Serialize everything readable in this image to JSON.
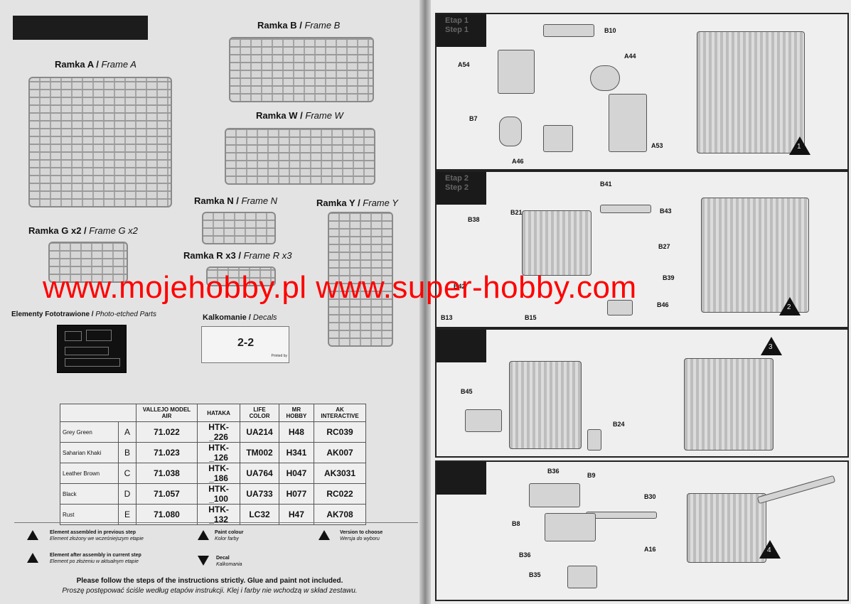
{
  "frames": {
    "a": {
      "label": "Ramka A",
      "alt": "Frame A"
    },
    "b": {
      "label": "Ramka B",
      "alt": "Frame B"
    },
    "w": {
      "label": "Ramka W",
      "alt": "Frame W"
    },
    "n": {
      "label": "Ramka N",
      "alt": "Frame N"
    },
    "y": {
      "label": "Ramka Y",
      "alt": "Frame Y"
    },
    "g": {
      "label": "Ramka G x2",
      "alt": "Frame G x2"
    },
    "r": {
      "label": "Ramka R x3",
      "alt": "Frame R x3"
    },
    "pe": {
      "label": "Elementy Fototrawione",
      "alt": "Photo-etched Parts"
    },
    "decals": {
      "label": "Kalkomanie",
      "alt": "Decals",
      "sheet_text": "2-2",
      "printed_by": "Printed by"
    }
  },
  "paint_table": {
    "headers": [
      "",
      "VALLEJO MODEL AIR",
      "HATAKA",
      "LIFE COLOR",
      "MR HOBBY",
      "AK INTERACTIVE"
    ],
    "rows": [
      {
        "name": "Grey Green",
        "letter": "A",
        "vallejo": "71.022",
        "hataka": "HTK-_226",
        "life": "UA214",
        "mrhobby": "H48",
        "ak": "RC039"
      },
      {
        "name": "Saharian Khaki",
        "letter": "B",
        "vallejo": "71.023",
        "hataka": "HTK-_126",
        "life": "TM002",
        "mrhobby": "H341",
        "ak": "AK007"
      },
      {
        "name": "Leather Brown",
        "letter": "C",
        "vallejo": "71.038",
        "hataka": "HTK-_186",
        "life": "UA764",
        "mrhobby": "H047",
        "ak": "AK3031"
      },
      {
        "name": "Black",
        "letter": "D",
        "vallejo": "71.057",
        "hataka": "HTK-_100",
        "life": "UA733",
        "mrhobby": "H077",
        "ak": "RC022"
      },
      {
        "name": "Rust",
        "letter": "E",
        "vallejo": "71.080",
        "hataka": "HTK-_132",
        "life": "LC32",
        "mrhobby": "H47",
        "ak": "AK708"
      }
    ]
  },
  "legend": {
    "prev_pl": "Element assembled in previous step",
    "prev_en": "Element złożony we wcześniejszym etapie",
    "cur_pl": "Element after assembly in current step",
    "cur_en": "Element po złożeniu w aktualnym etapie",
    "paint_pl": "Paint colour",
    "paint_en": "Kolor farby",
    "decal_pl": "Decal",
    "decal_en": "Kalkomania",
    "version_pl": "Version to choose",
    "version_en": "Wersja do wyboru"
  },
  "notes": {
    "en": "Please follow the steps of the instructions strictly. Glue and paint not included.",
    "pl": "Proszę postępować ściśle według etapów instrukcji. Klej i farby nie wchodzą w skład zestawu."
  },
  "steps": [
    {
      "title_pl": "Etap 1",
      "title_en": "Step 1",
      "number": "1",
      "parts": [
        "B10",
        "A54",
        "A44",
        "B7",
        "A46",
        "A53"
      ]
    },
    {
      "title_pl": "Etap 2",
      "title_en": "Step 2",
      "number": "2",
      "parts": [
        "B41",
        "B38",
        "B21",
        "B43",
        "B27",
        "B39",
        "B42",
        "B13",
        "B15",
        "B46"
      ]
    },
    {
      "number": "3",
      "parts": [
        "B45",
        "B24"
      ]
    },
    {
      "number": "4",
      "parts": [
        "B36",
        "B9",
        "B30",
        "B8",
        "A16",
        "B36",
        "B35"
      ]
    }
  ],
  "watermark": "www.mojehobby.pl www.super-hobby.com"
}
